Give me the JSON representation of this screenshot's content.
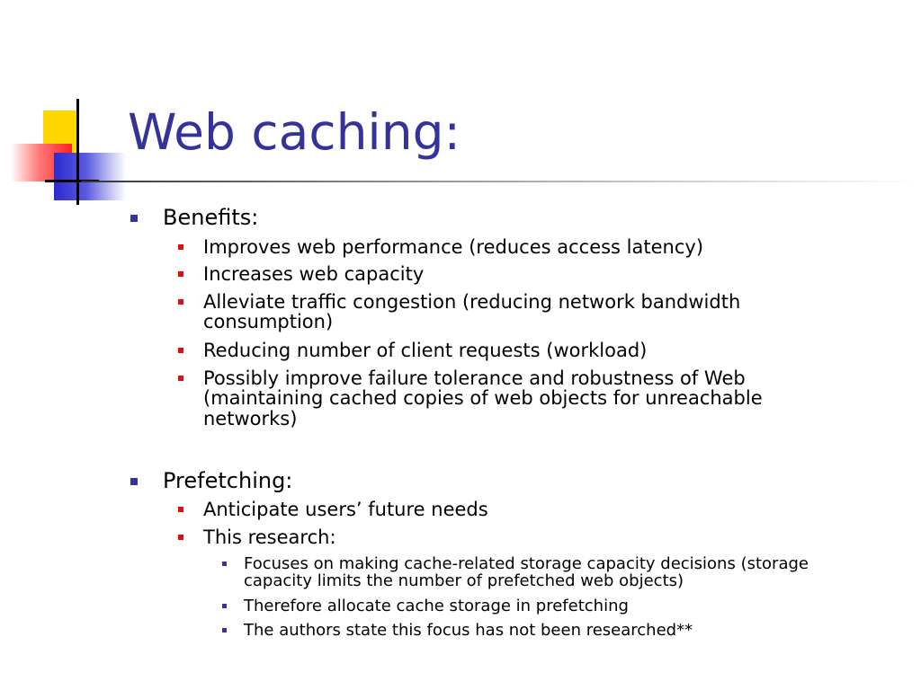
{
  "slide": {
    "title": "Web caching:",
    "sections": [
      {
        "heading": "Benefits:",
        "items": [
          {
            "text": "Improves web performance (reduces access latency)"
          },
          {
            "text": "Increases web capacity"
          },
          {
            "text": "Alleviate traffic congestion (reducing network bandwidth consumption)"
          },
          {
            "text": "Reducing number of client requests (workload)"
          },
          {
            "text": "Possibly improve failure tolerance and robustness of Web (maintaining cached copies of web objects for unreachable networks)"
          }
        ]
      },
      {
        "heading": "Prefetching:",
        "items": [
          {
            "text": "Anticipate users’ future needs"
          },
          {
            "text": "This research:",
            "subitems": [
              {
                "text": "Focuses on making cache-related storage capacity decisions (storage capacity limits the number of prefetched web objects)"
              },
              {
                "text": "Therefore allocate cache storage in prefetching"
              },
              {
                "text": "The authors state this focus has not been researched**"
              }
            ]
          }
        ]
      }
    ]
  },
  "colors": {
    "title": "#333399",
    "level1_bullet": "#333399",
    "level2_bullet": "#e01010",
    "level3_bullet": "#333399",
    "deco_yellow": "#ffd700",
    "deco_red": "#ff2020",
    "deco_blue": "#2a2ad0"
  }
}
